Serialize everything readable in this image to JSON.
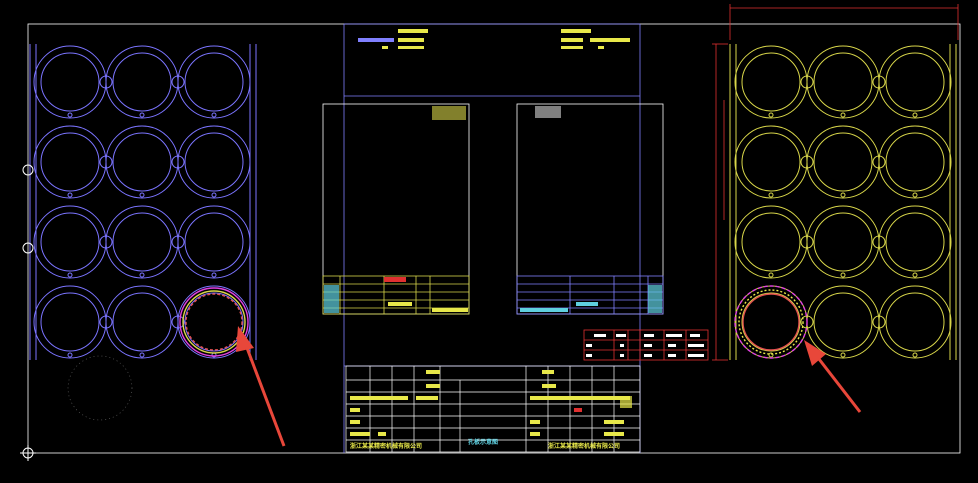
{
  "colors": {
    "background": "#000000",
    "frame": "#ffffff",
    "purple_plate": "#7b74ff",
    "yellow_plate": "#d8d64a",
    "title_block": "#f0e040",
    "title_block_cyan": "#5fd0e0",
    "sheet_blue": "#8080ff",
    "arrow": "#e8473a",
    "dimension": "#e03030",
    "highlight_magenta": "#e040e0"
  },
  "left_plate": {
    "rows": 4,
    "cols": 3,
    "highlighted_cell": "row-4-col-3"
  },
  "right_plate": {
    "rows": 4,
    "cols": 3,
    "highlighted_cell": "row-4-col-1"
  },
  "title_block": {
    "company_left": "浙江某某精密机械有限公司",
    "company_right": "浙江某某精密机械有限公司",
    "drawing_name": "孔板示意图"
  },
  "icons": [
    "crosshair-cursor-icon",
    "red-arrow-left",
    "red-arrow-right"
  ]
}
